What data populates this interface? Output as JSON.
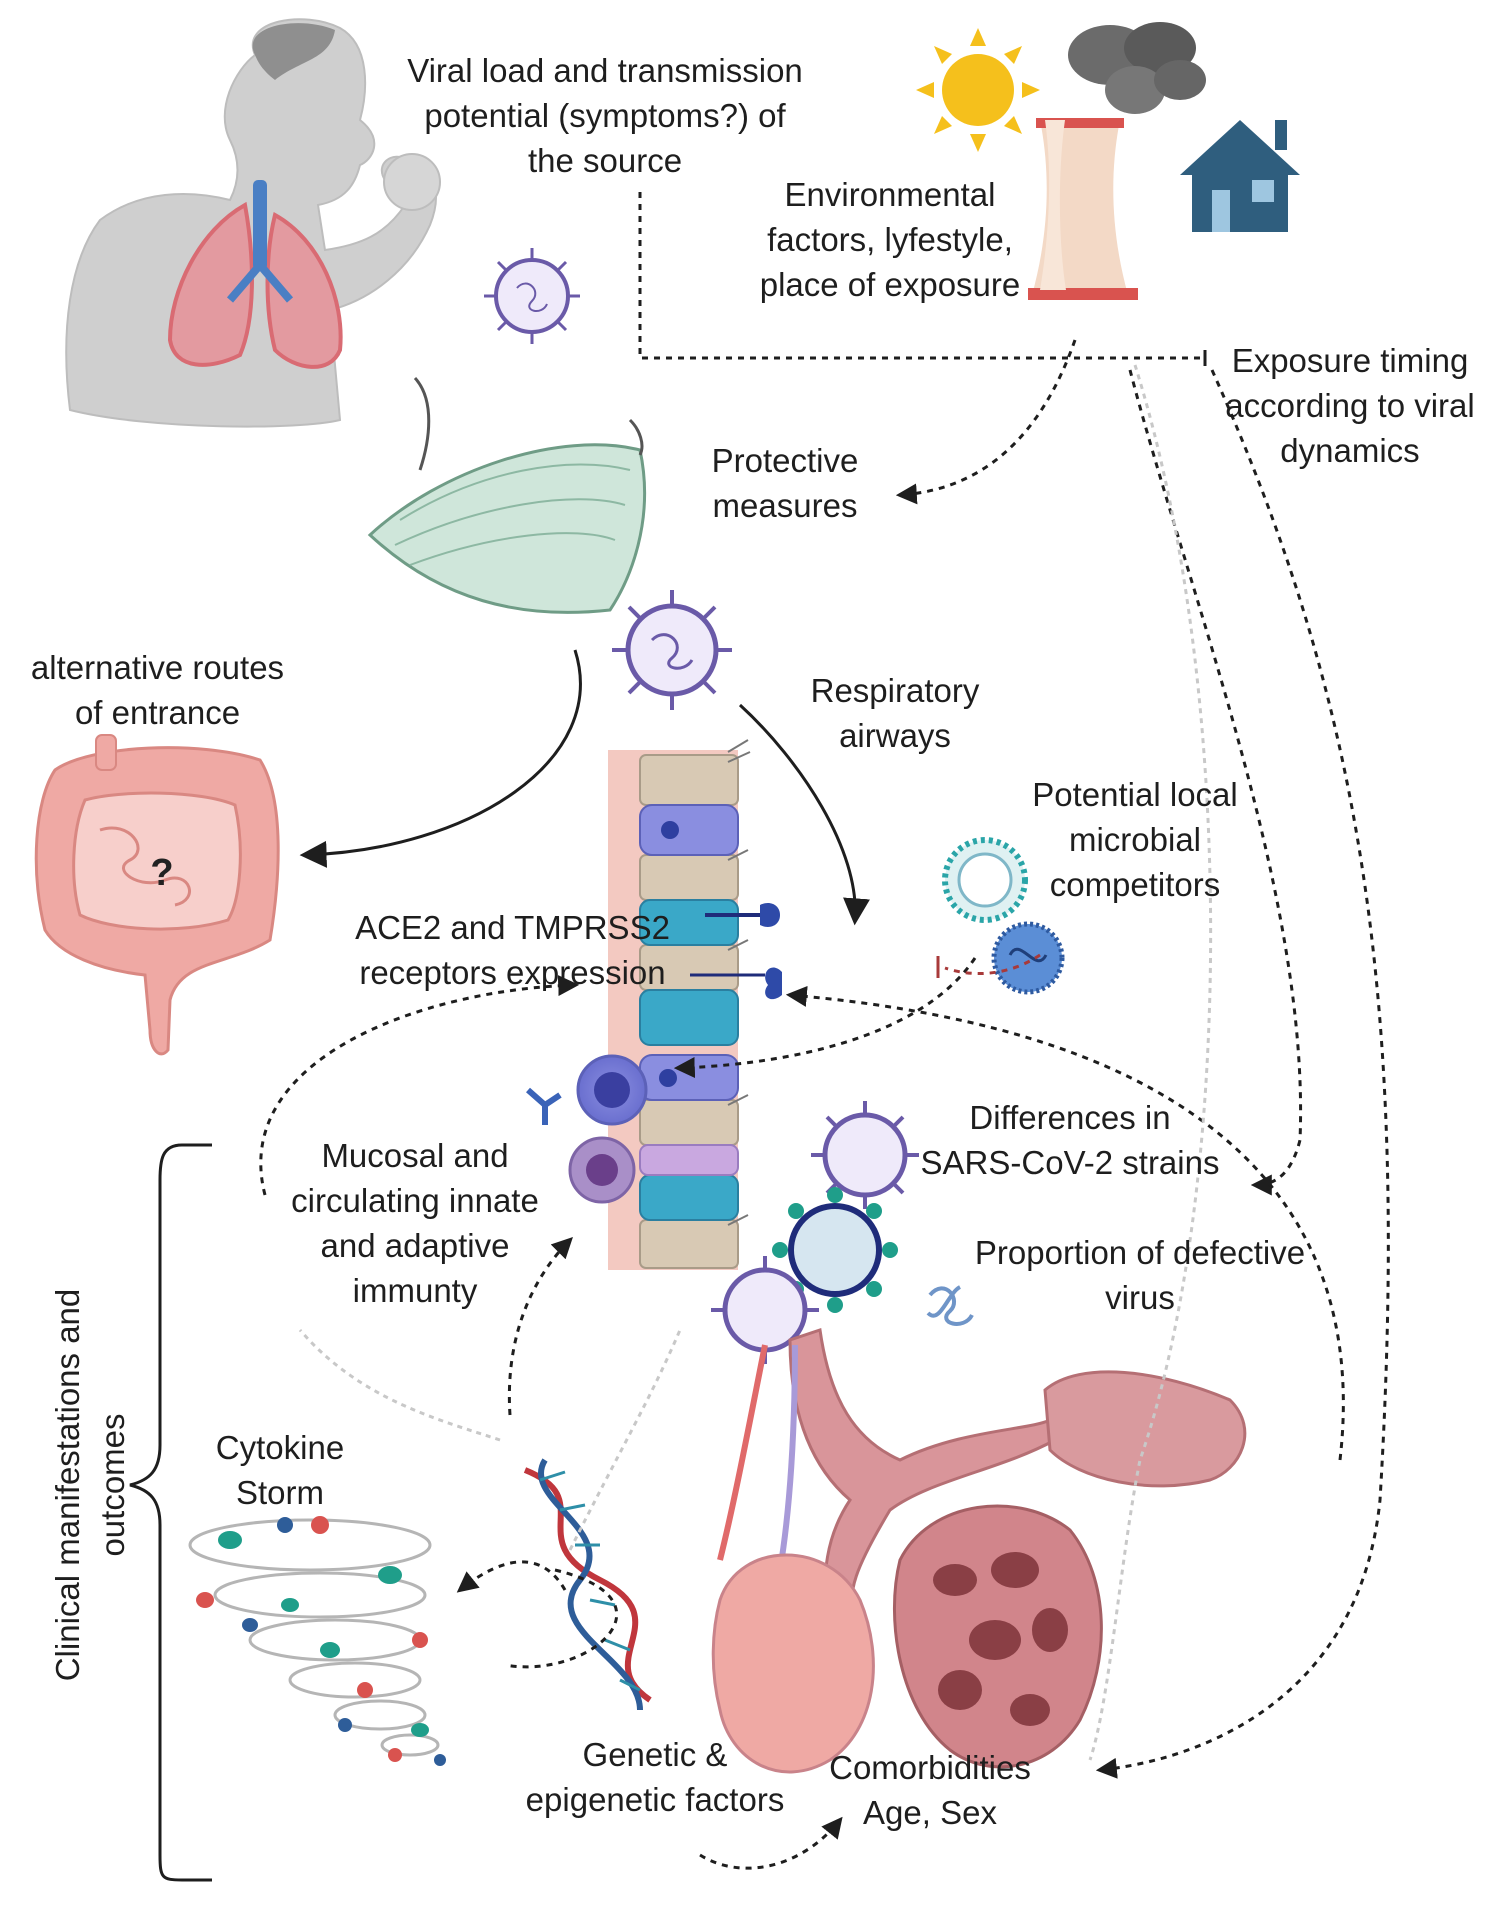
{
  "labels": {
    "source": [
      "Viral load and transmission",
      "potential (symptoms?) of",
      "the source"
    ],
    "environment": [
      "Environmental",
      "factors, lyfestyle,",
      "place of exposure"
    ],
    "timing": [
      "Exposure timing",
      "according to viral",
      "dynamics"
    ],
    "protective": [
      "Protective",
      "measures"
    ],
    "alt_routes": [
      "alternative routes",
      "of entrance"
    ],
    "respiratory": [
      "Respiratory",
      "airways"
    ],
    "competitors": [
      "Potential local",
      "microbial",
      "competitors"
    ],
    "receptors": [
      "ACE2 and TMPRSS2",
      "receptors expression"
    ],
    "immunity": [
      "Mucosal and",
      "circulating innate",
      "and adaptive",
      "immunty"
    ],
    "strains": [
      "Differences in",
      "SARS-CoV-2 strains"
    ],
    "defective": [
      "Proportion of defective",
      "virus"
    ],
    "cytokine": [
      "Cytokine",
      "Storm"
    ],
    "genetic": [
      "Genetic &",
      "epigenetic factors"
    ],
    "comorbid": [
      "Comorbidities",
      "Age, Sex"
    ],
    "clinical": [
      "Clinical manifestations and",
      "outcomes"
    ],
    "question_mark": "?"
  },
  "colors": {
    "skin": "#c9c9c9",
    "lung": "#d9838a",
    "mask": "#cfe6da",
    "virus": "#6a5aa8",
    "intestine": "#efa9a4",
    "factory": "#f3d9c6",
    "sun": "#f5c01c",
    "house": "#2f5e7e",
    "alveoli": "#c9838a",
    "dna_red": "#c0363c",
    "dna_blue": "#2e5d99",
    "teal": "#1f9e8a",
    "arrow": "#1e1e1e"
  }
}
